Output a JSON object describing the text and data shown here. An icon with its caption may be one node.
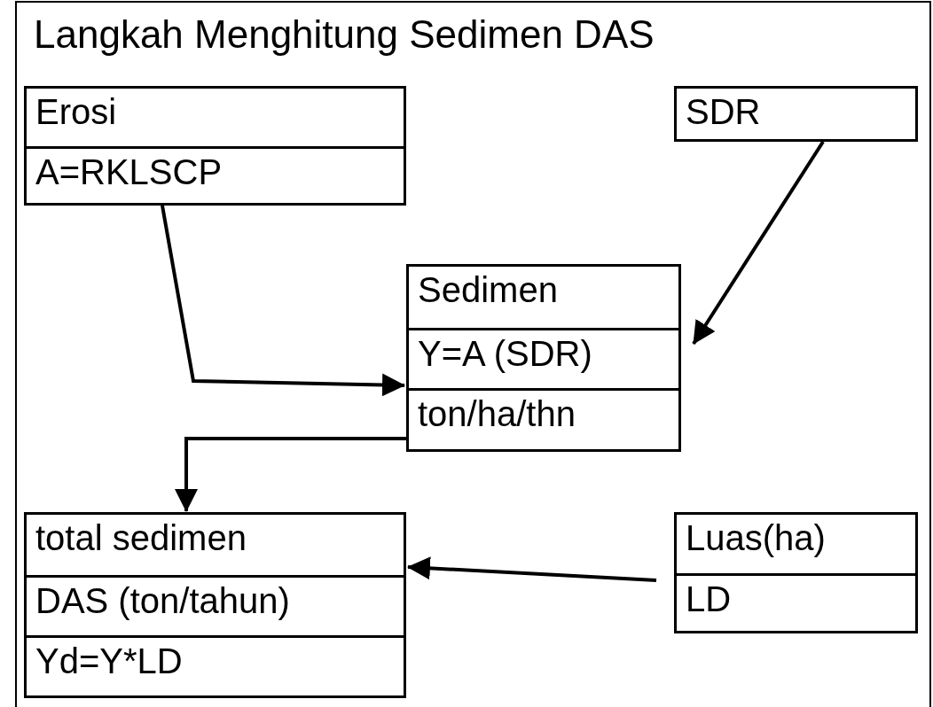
{
  "diagram": {
    "title": "Langkah Menghitung Sedimen DAS",
    "nodes": [
      {
        "text": [
          "Erosi",
          "A=RKLSCP"
        ]
      },
      {
        "text": [
          "SDR"
        ]
      },
      {
        "text": [
          "Sedimen",
          "Y=A (SDR)",
          "ton/ha/thn"
        ]
      },
      {
        "text": [
          "total sedimen",
          "DAS (ton/tahun)",
          "Yd=Y*LD"
        ]
      },
      {
        "text": [
          "Luas(ha)",
          "LD"
        ]
      }
    ],
    "edges": [
      {
        "from": 0,
        "to": 2,
        "arrow": "to"
      },
      {
        "from": 1,
        "to": 2,
        "arrow": "to"
      },
      {
        "from": 2,
        "to": 3,
        "arrow": "to"
      },
      {
        "from": 4,
        "to": 3,
        "arrow": "to"
      }
    ]
  }
}
